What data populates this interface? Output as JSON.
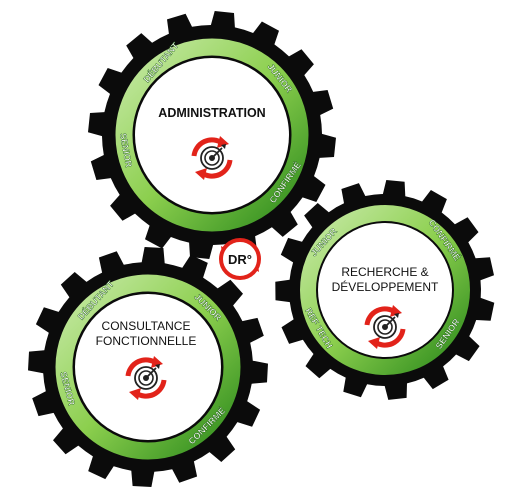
{
  "colors": {
    "gear": "#0b0b0b",
    "ring_light": "#b5e39a",
    "ring_mid": "#7fc243",
    "ring_dark": "#2f8a1f",
    "icon_red": "#e2231a",
    "icon_dark": "#222222"
  },
  "gears": [
    {
      "title_lines": [
        "ADMINISTRATION"
      ],
      "levels": [
        "DÉBUTANT",
        "JUNIOR",
        "CONFIRMÉ",
        "SENIOR"
      ],
      "icon": "target-refresh-icon"
    },
    {
      "title_lines": [
        "RECHERCHE &",
        "DÉVELOPPEMENT"
      ],
      "levels": [
        "JUNIOR",
        "CONFIRMÉ",
        "SENIOR",
        "REF TECH"
      ],
      "icon": "target-refresh-icon"
    },
    {
      "title_lines": [
        "CONSULTANCE",
        "FONCTIONNELLE"
      ],
      "levels": [
        "DÉBUTANT",
        "JUNIOR",
        "CONFIRMÉ",
        "SENIOR"
      ],
      "icon": "target-refresh-icon"
    }
  ],
  "center_badge": {
    "label": "DR°",
    "icon": "refresh-icon"
  }
}
